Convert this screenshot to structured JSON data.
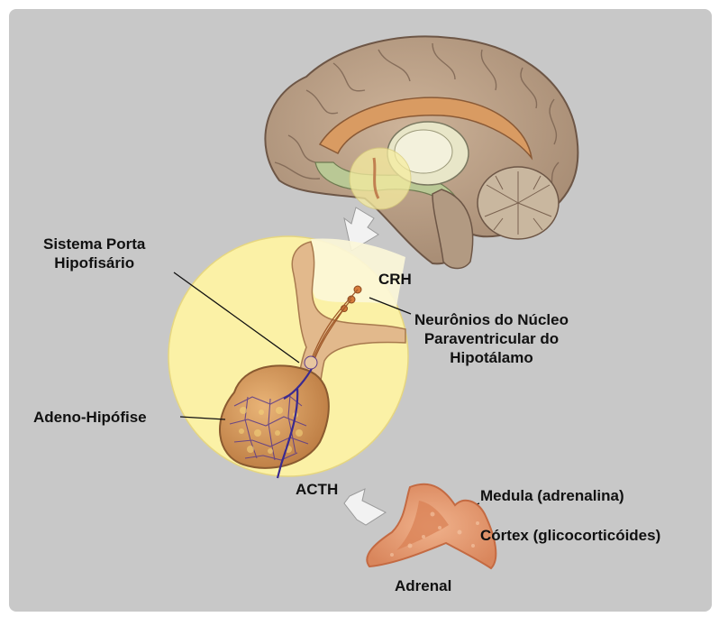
{
  "labels": {
    "portal_system": {
      "line1": "Sistema Porta",
      "line2": "Hipofisário"
    },
    "crh": "CRH",
    "neurons": {
      "line1": "Neurônios do Núcleo",
      "line2": "Paraventricular do",
      "line3": "Hipotálamo"
    },
    "adenohypophysis": "Adeno-Hipófise",
    "acth": "ACTH",
    "medulla": "Medula (adrenalina)",
    "cortex": "Córtex (glicocorticóides)",
    "adrenal": "Adrenal"
  },
  "colors": {
    "background": "#c8c8c8",
    "highlight_circle": "#fbf1a6",
    "brain": "#c2a58a",
    "gland": "#d59a5c",
    "adrenal": "#e8a07a",
    "arrow": "#f2f2f2"
  },
  "icons": [
    "brain-illustration",
    "pituitary-gland-illustration",
    "adrenal-gland-illustration",
    "down-arrow-icon"
  ]
}
